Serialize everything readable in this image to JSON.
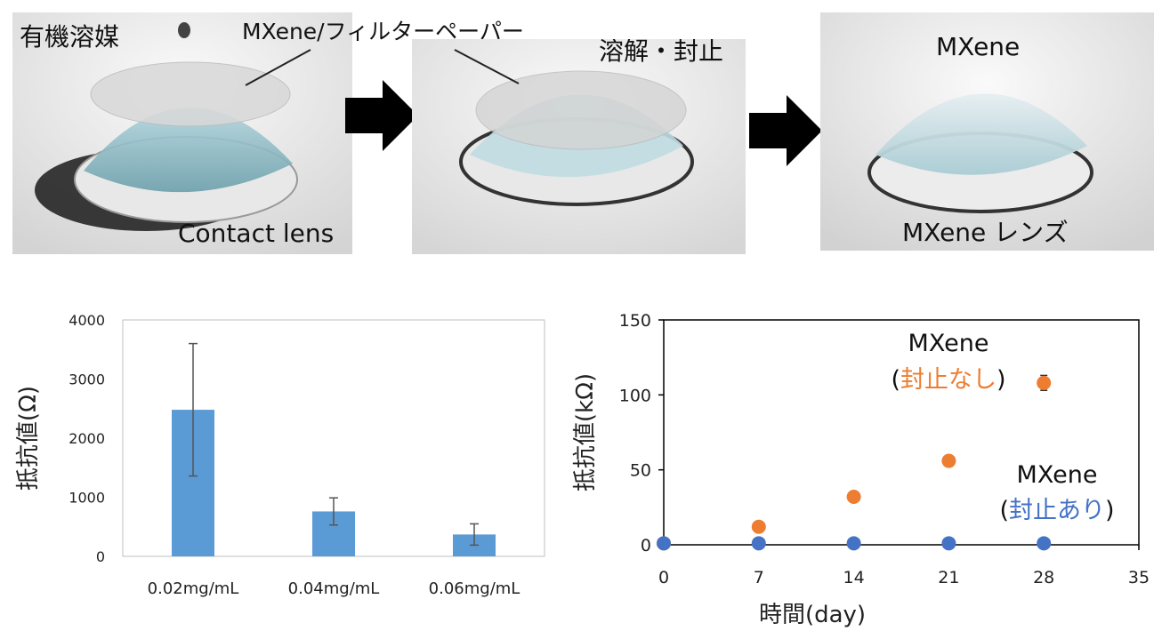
{
  "illustration": {
    "panel1": {
      "solvent": "有機溶媒",
      "filter": "MXene/フィルターペーパー",
      "lens": "Contact lens"
    },
    "panel2": {
      "process": "溶解・封止"
    },
    "panel3": {
      "material": "MXene",
      "result": "MXene レンズ"
    }
  },
  "chart_data": [
    {
      "type": "bar",
      "categories": [
        "0.02mg/mL",
        "0.04mg/mL",
        "0.06mg/mL"
      ],
      "values": [
        2480,
        760,
        370
      ],
      "error": [
        1120,
        230,
        180
      ],
      "ylabel": "抵抗値(Ω)",
      "ylim": [
        0,
        4000
      ],
      "yticks": [
        "0",
        "1000",
        "2000",
        "3000",
        "4000"
      ],
      "color": "#5b9bd5",
      "grid": false
    },
    {
      "type": "scatter",
      "xlabel": "時間(day)",
      "ylabel": "抵抗値(kΩ)",
      "xlim": [
        0,
        35
      ],
      "ylim": [
        0,
        150
      ],
      "xticks": [
        "0",
        "7",
        "14",
        "21",
        "28",
        "35"
      ],
      "yticks": [
        "0",
        "50",
        "100",
        "150"
      ],
      "grid": false,
      "series": [
        {
          "name": "MXene (封止なし)",
          "label_line1": "MXene",
          "label_line2": "封止なし",
          "color": "#ed7d31",
          "x": [
            0,
            7,
            14,
            21,
            28
          ],
          "y": [
            1,
            12,
            32,
            56,
            108
          ],
          "error": [
            0,
            0,
            0,
            0,
            5
          ]
        },
        {
          "name": "MXene (封止あり)",
          "label_line1": "MXene",
          "label_line2": "封止あり",
          "color": "#4472c4",
          "x": [
            0,
            7,
            14,
            21,
            28
          ],
          "y": [
            1,
            1,
            1,
            1,
            1
          ],
          "error": [
            0,
            0,
            0,
            0,
            0
          ]
        }
      ]
    }
  ]
}
